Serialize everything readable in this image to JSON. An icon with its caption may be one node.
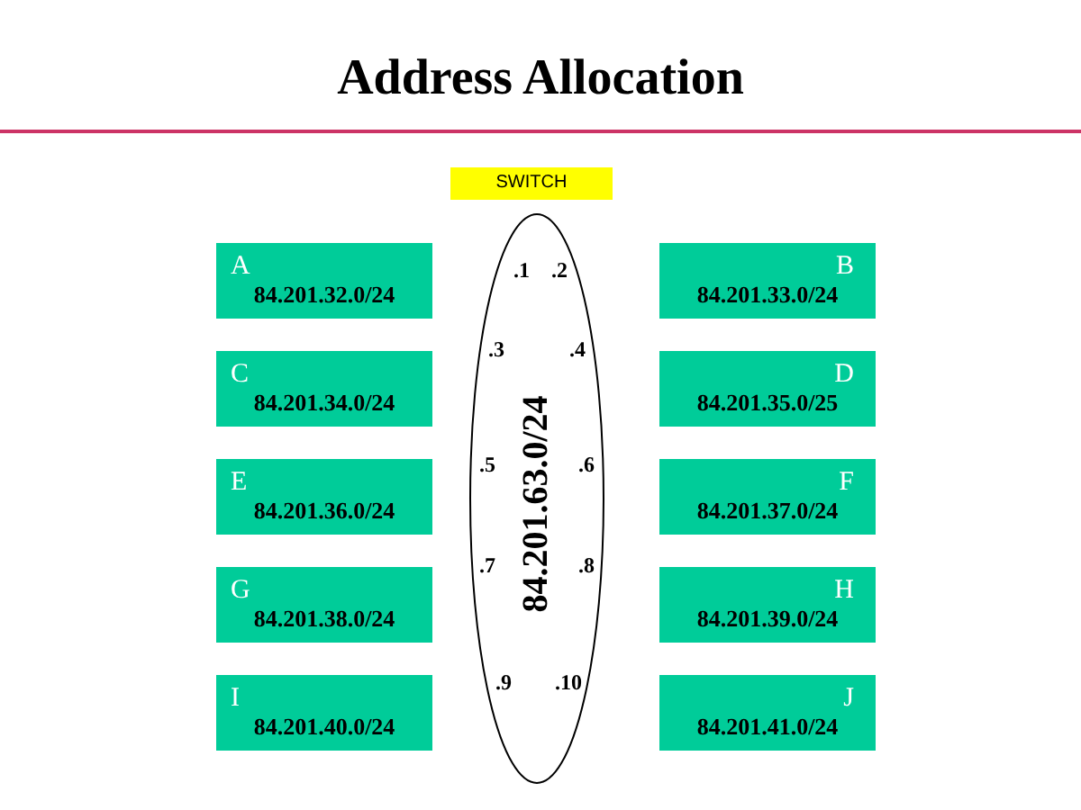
{
  "diagram": {
    "title": "Address Allocation",
    "nodes": [
      {
        "text": [
          "SWITCH"
        ]
      },
      {
        "text": [
          "84.201.63.0/24",
          ".1",
          ".2",
          ".3",
          ".4",
          ".5",
          ".6",
          ".7",
          ".8",
          ".9",
          ".10"
        ]
      },
      {
        "text": [
          "A",
          "84.201.32.0/24"
        ]
      },
      {
        "text": [
          "B",
          "84.201.33.0/24"
        ]
      },
      {
        "text": [
          "C",
          "84.201.34.0/24"
        ]
      },
      {
        "text": [
          "D",
          "84.201.35.0/25"
        ]
      },
      {
        "text": [
          "E",
          "84.201.36.0/24"
        ]
      },
      {
        "text": [
          "F",
          "84.201.37.0/24"
        ]
      },
      {
        "text": [
          "G",
          "84.201.38.0/24"
        ]
      },
      {
        "text": [
          "H",
          "84.201.39.0/24"
        ]
      },
      {
        "text": [
          "I",
          "84.201.40.0/24"
        ]
      },
      {
        "text": [
          "J",
          "84.201.41.0/24"
        ]
      }
    ],
    "edges": []
  }
}
